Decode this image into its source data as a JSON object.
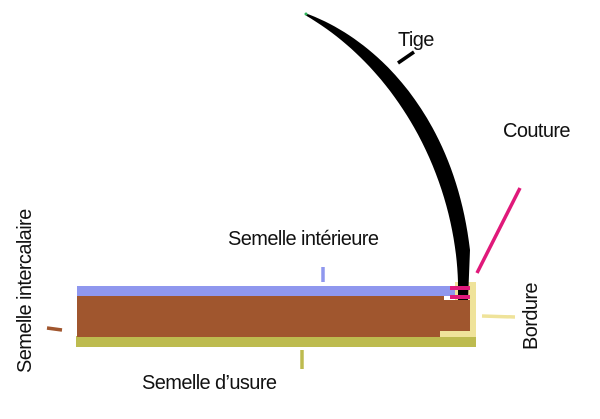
{
  "title": "Coupe d'une chaussure",
  "colors": {
    "tige": "#000000",
    "couture": "#e0197a",
    "semelle_interieure": "#8f97ee",
    "semelle_intercalaire": "#a0562e",
    "semelle_usure": "#bdbb4f",
    "bordure": "#efe39a"
  },
  "labels": {
    "tige": "Tige",
    "couture": "Couture",
    "semelle_interieure": "Semelle intérieure",
    "semelle_intercalaire": "Semelle intercalaire",
    "semelle_usure": "Semelle d’usure",
    "bordure": "Bordure"
  }
}
